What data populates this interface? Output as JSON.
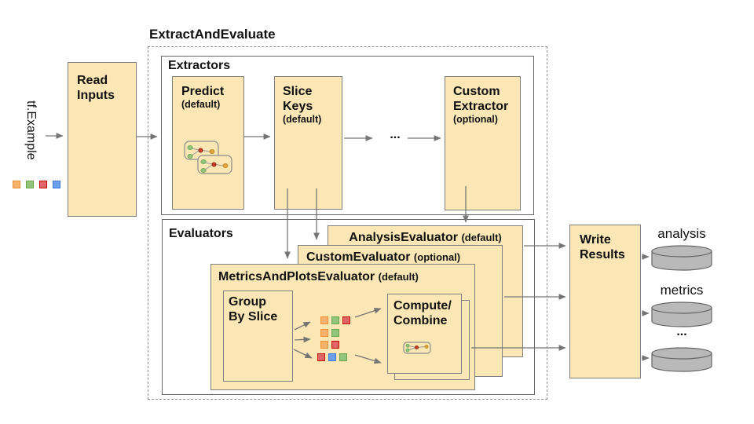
{
  "title": "ExtractAndEvaluate",
  "colors": {
    "box_fill": "#FBE7B6",
    "box_border": "#7f7f7f",
    "arrow": "#757575",
    "cyl_fill": "#b9b9b9",
    "cyl_stroke": "#666666",
    "sq_orange": "#F6B26B",
    "sq_orange_border": "#E69138",
    "sq_green": "#93C47D",
    "sq_green_border": "#6AA84F",
    "sq_red": "#E06666",
    "sq_red_border": "#CC0000",
    "sq_blue": "#6D9EEB",
    "sq_blue_border": "#3C78D8",
    "nn_green": "#93C47D",
    "nn_red": "#CC4125",
    "nn_yellow": "#E8A33C"
  },
  "input": {
    "label": "tf.Example",
    "squares": [
      "orange",
      "green",
      "red",
      "blue"
    ]
  },
  "read_inputs": {
    "l1": "Read",
    "l2": "Inputs"
  },
  "extractors": {
    "label": "Extractors",
    "predict": {
      "l1": "Predict",
      "q": "(default)"
    },
    "slice_keys": {
      "l1": "Slice",
      "l2": "Keys",
      "q": "(default)"
    },
    "ellipsis": "...",
    "custom": {
      "l1": "Custom",
      "l2": "Extractor",
      "q": "(optional)"
    }
  },
  "evaluators": {
    "label": "Evaluators",
    "analysis": {
      "name": "AnalysisEvaluator",
      "q": "(default)"
    },
    "custom": {
      "name": "CustomEvaluator",
      "q": "(optional)"
    },
    "metrics": {
      "name": "MetricsAndPlotsEvaluator",
      "q": "(default)"
    },
    "group_by_slice": {
      "l1": "Group",
      "l2": "By Slice"
    },
    "slice_rows": [
      [
        "orange",
        "green",
        "red"
      ],
      [
        "orange",
        "green"
      ],
      [
        "orange",
        "red"
      ],
      [
        "red",
        "blue",
        "green"
      ]
    ],
    "compute_combine": {
      "l1": "Compute/",
      "l2": "Combine"
    }
  },
  "write_results": {
    "l1": "Write",
    "l2": "Results"
  },
  "outputs": {
    "analysis": "analysis",
    "metrics": "metrics",
    "ellipsis": "..."
  }
}
